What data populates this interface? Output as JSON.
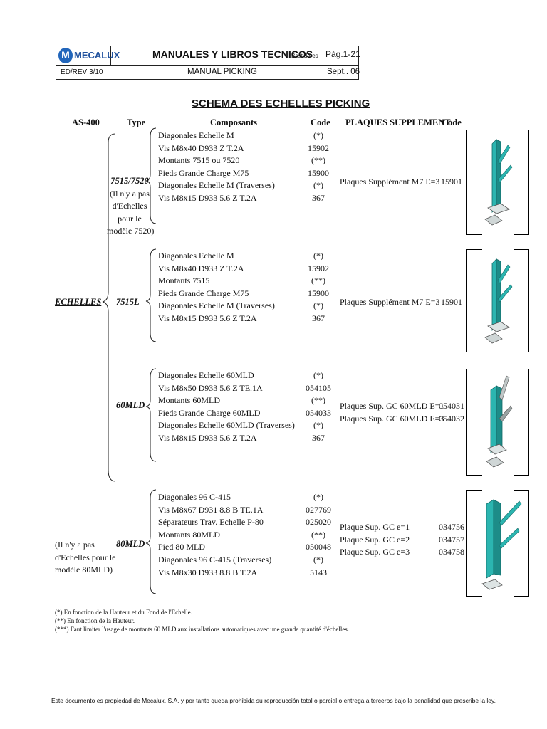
{
  "header": {
    "logo_text": "MECALUX",
    "main_title": "MANUALES Y LIBROS TECNICOS",
    "section": "Bastidores",
    "page": "Pág.1-21",
    "revision": "ED/REV 3/10",
    "subtitle": "MANUAL PICKING",
    "date": "Sept.. 06"
  },
  "document_title": "SCHEMA DES ECHELLES PICKING",
  "columns": {
    "as400": "AS-400",
    "type": "Type",
    "composants": "Composants",
    "code": "Code",
    "plaques": "PLAQUES SUPPLEMENT",
    "code2": "Code"
  },
  "as400_label": "ECHELLES",
  "as400_note": [
    "(Il n'y a pas",
    "d'Echelles pour le",
    "modèle 80MLD)"
  ],
  "groups": [
    {
      "type_lines": [
        "7515/7520",
        "(Il n'y a pas",
        "d'Echelles",
        "pour le",
        "modèle 7520)"
      ],
      "components": [
        {
          "name": "Diagonales Echelle M",
          "code": "(*)"
        },
        {
          "name": "Vis M8x40 D933 Z T.2A",
          "code": "15902"
        },
        {
          "name": "Montants 7515 ou 7520",
          "code": "(**)"
        },
        {
          "name": "Pieds Grande Charge M75",
          "code": "15900"
        },
        {
          "name": "Diagonales Echelle M (Traverses)",
          "code": "(*)"
        },
        {
          "name": "Vis M8x15 D933 5.6 Z T.2A",
          "code": "367"
        }
      ],
      "plates": [
        {
          "row": 3,
          "name": "Plaques Supplément M7 E=3",
          "code": "15901"
        }
      ]
    },
    {
      "type_lines": [
        "7515L"
      ],
      "components": [
        {
          "name": "Diagonales Echelle M",
          "code": "(*)"
        },
        {
          "name": "Vis M8x40 D933 Z T.2A",
          "code": "15902"
        },
        {
          "name": "Montants 7515",
          "code": "(**)"
        },
        {
          "name": "Pieds Grande Charge M75",
          "code": "15900"
        },
        {
          "name": "Diagonales Echelle M (Traverses)",
          "code": "(*)"
        },
        {
          "name": "Vis M8x15 D933 5.6 Z T.2A",
          "code": "367"
        }
      ],
      "plates": [
        {
          "row": 3,
          "name": "Plaques Supplément M7 E=3",
          "code": "15901"
        }
      ]
    },
    {
      "type_lines": [
        "60MLD"
      ],
      "components": [
        {
          "name": "Diagonales Echelle 60MLD",
          "code": "(*)"
        },
        {
          "name": "Vis M8x50 D933 5.6 Z TE.1A",
          "code": "054105"
        },
        {
          "name": "Montants 60MLD",
          "code": "(**)"
        },
        {
          "name": "Pieds Grande Charge 60MLD",
          "code": "054033"
        },
        {
          "name": "Diagonales Echelle 60MLD (Traverses)",
          "code": "(*)"
        },
        {
          "name": "Vis M8x15 D933 5.6 Z T.2A",
          "code": "367"
        }
      ],
      "plates": [
        {
          "row": 2,
          "name": "Plaques Sup. GC 60MLD E=1",
          "code": "054031"
        },
        {
          "row": 3,
          "name": "Plaques Sup. GC 60MLD E=3",
          "code": "054032"
        }
      ]
    },
    {
      "type_lines": [
        "80MLD"
      ],
      "components": [
        {
          "name": "Diagonales 96 C-415",
          "code": "(*)"
        },
        {
          "name": "Vis M8x67 D931 8.8 B TE.1A",
          "code": "027769"
        },
        {
          "name": "Séparateurs Trav. Echelle P-80",
          "code": "025020"
        },
        {
          "name": "Montants 80MLD",
          "code": "(**)"
        },
        {
          "name": "Pied 80 MLD",
          "code": "050048"
        },
        {
          "name": "Diagonales 96 C-415 (Traverses)",
          "code": "(*)"
        },
        {
          "name": "Vis M8x30 D933 8.8 B T.2A",
          "code": "5143"
        }
      ],
      "plates": [
        {
          "row": 2,
          "name": "Plaque Sup. GC e=1",
          "code": "034756"
        },
        {
          "row": 3,
          "name": "Plaque Sup. GC e=2",
          "code": "034757"
        },
        {
          "row": 4,
          "name": "Plaque Sup. GC e=3",
          "code": "034758"
        }
      ]
    }
  ],
  "notes": [
    "(*) En fonction de la Hauteur et du Fond de l'Echelle.",
    "(**) En fonction de la Hauteur.",
    "(***) Faut limiter l'usage de montants 60 MLD aux installations automatiques avec une grande quantité d'échelles."
  ],
  "footer": "Este documento es propiedad de Mecalux, S.A. y por tanto queda prohibida su reproducción total o parcial o entrega a terceros bajo la penalidad que prescribe la ley.",
  "colors": {
    "rack_cyan": "#2bb5b0",
    "logo_blue": "#2266bb"
  }
}
